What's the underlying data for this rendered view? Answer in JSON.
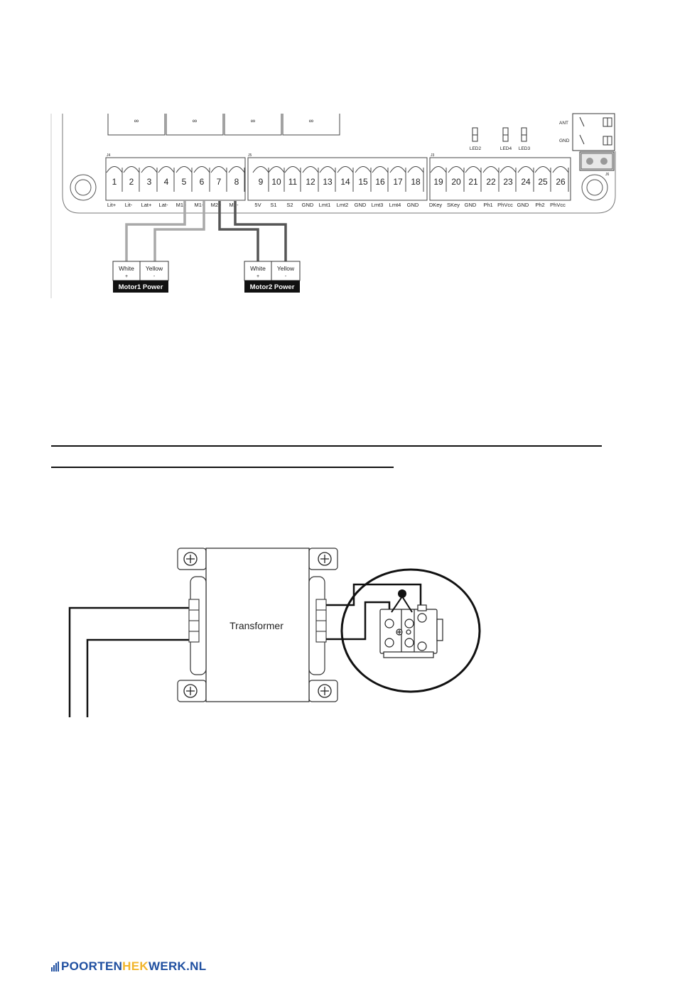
{
  "board": {
    "relay_symbol": "∞",
    "connector_labels": [
      "J4",
      "J5",
      "J3",
      "J6"
    ],
    "led_labels": [
      "LED2",
      "LED4",
      "LED3"
    ],
    "ant_label": "ANT",
    "gnd_label": "GND",
    "terminals": [
      {
        "num": "1",
        "label": "Lit+"
      },
      {
        "num": "2",
        "label": "Lit-"
      },
      {
        "num": "3",
        "label": "Lat+"
      },
      {
        "num": "4",
        "label": "Lat-"
      },
      {
        "num": "5",
        "label": "M1+"
      },
      {
        "num": "6",
        "label": "M1-"
      },
      {
        "num": "7",
        "label": "M2+"
      },
      {
        "num": "8",
        "label": "M2-"
      },
      {
        "num": "9",
        "label": "5V"
      },
      {
        "num": "10",
        "label": "S1"
      },
      {
        "num": "11",
        "label": "S2"
      },
      {
        "num": "12",
        "label": "GND"
      },
      {
        "num": "13",
        "label": "Lmt1"
      },
      {
        "num": "14",
        "label": "Lmt2"
      },
      {
        "num": "15",
        "label": "GND"
      },
      {
        "num": "16",
        "label": "Lmt3"
      },
      {
        "num": "17",
        "label": "Lmt4"
      },
      {
        "num": "18",
        "label": "GND"
      },
      {
        "num": "19",
        "label": "DKey"
      },
      {
        "num": "20",
        "label": "SKey"
      },
      {
        "num": "21",
        "label": "GND"
      },
      {
        "num": "22",
        "label": "Ph1"
      },
      {
        "num": "23",
        "label": "PhVcc"
      },
      {
        "num": "24",
        "label": "GND"
      },
      {
        "num": "25",
        "label": "Ph2"
      },
      {
        "num": "26",
        "label": "PhVcc"
      }
    ]
  },
  "motors": [
    {
      "white": "White",
      "white_sign": "+",
      "yellow": "Yellow",
      "yellow_sign": "-",
      "title": "Motor1 Power"
    },
    {
      "white": "White",
      "white_sign": "+",
      "yellow": "Yellow",
      "yellow_sign": "-",
      "title": "Motor2 Power"
    }
  ],
  "transformer": {
    "label": "Transformer"
  },
  "logo": {
    "part1": "POORTEN",
    "part2": "HEK",
    "part3": "WERK.NL"
  },
  "colors": {
    "wire_light": "#a9a9a9",
    "wire_dark": "#555555",
    "logo_blue": "#1f4fa0",
    "logo_yellow": "#f2b52b"
  }
}
